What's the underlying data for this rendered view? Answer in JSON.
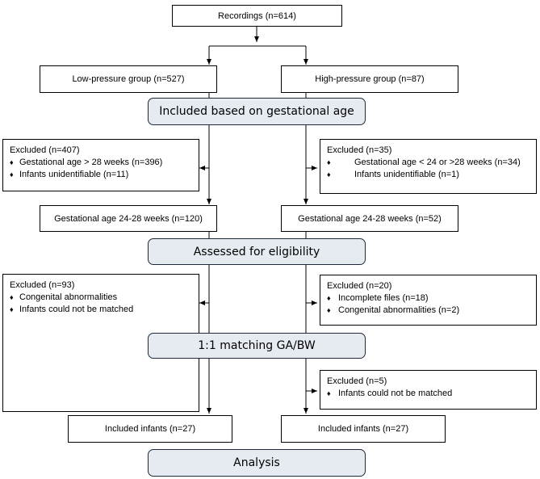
{
  "recordings": "Recordings (n=614)",
  "low_group": "Low-pressure group (n=527)",
  "high_group": "High-pressure group (n=87)",
  "stage_included": "Included based on gestational age",
  "excl1_left": {
    "title": "Excluded (n=407)",
    "items": [
      "Gestational age > 28 weeks  (n=396)",
      "Infants unidentifiable (n=11)"
    ]
  },
  "excl1_right": {
    "title": "Excluded (n=35)",
    "items": [
      "Gestational age < 24 or >28 weeks (n=34)",
      "Infants unidentifiable (n=1)"
    ]
  },
  "ga_left": "Gestational age 24-28 weeks (n=120)",
  "ga_right": "Gestational age 24-28 weeks (n=52)",
  "stage_assessed": "Assessed for eligibility",
  "excl2_left": {
    "title": "Excluded (n=93)",
    "items": [
      "Congenital abnormalities",
      "Infants could not be matched"
    ]
  },
  "excl2_right": {
    "title": "Excluded (n=20)",
    "items": [
      "Incomplete files (n=18)",
      "Congenital abnormalities (n=2)"
    ]
  },
  "stage_matching": "1:1 matching GA/BW",
  "excl3_right": {
    "title": "Excluded (n=5)",
    "items": [
      "Infants could not be matched"
    ]
  },
  "included_left": "Included infants (n=27)",
  "included_right": "Included infants (n=27)",
  "stage_analysis": "Analysis",
  "bullet": "♦"
}
